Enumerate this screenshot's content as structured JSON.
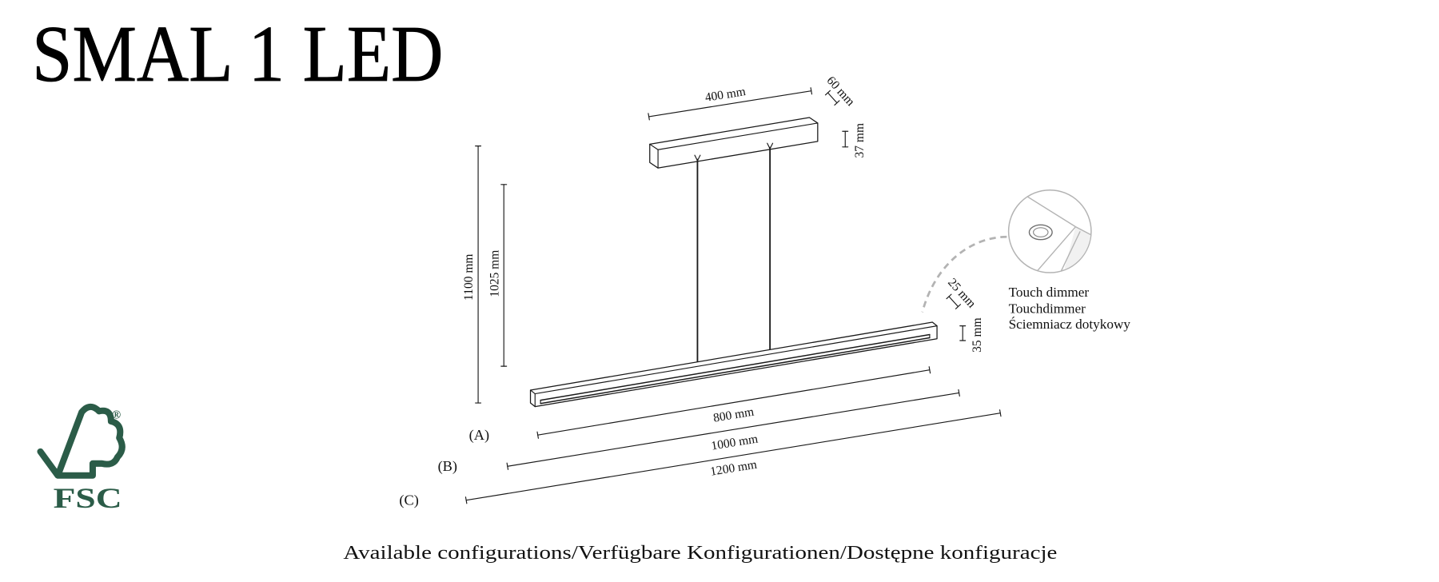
{
  "title": "SMAL 1 LED",
  "dimensions": {
    "canopy_length": "400 mm",
    "canopy_depth": "60 mm",
    "canopy_height": "37 mm",
    "total_height": "1100 mm",
    "suspension_length": "1025 mm",
    "lamp_depth": "25 mm",
    "lamp_height": "35 mm"
  },
  "configurations": [
    {
      "label": "(A)",
      "dimension": "800 mm"
    },
    {
      "label": "(B)",
      "dimension": "1000 mm"
    },
    {
      "label": "(C)",
      "dimension": "1200 mm"
    }
  ],
  "touch_dimmer": [
    "Touch dimmer",
    "Touchdimmer",
    "Ściemniacz dotykowy"
  ],
  "caption": "Available configurations/Verfügbare Konfigurationen/Dostępne konfiguracje",
  "logo": {
    "icon": "fsc-checkmark-tree-icon",
    "text": "FSC",
    "registered": "®"
  },
  "colors": {
    "line": "#1a1a1a",
    "detail": "#b3b3b3",
    "logo": "#2b5c48"
  }
}
